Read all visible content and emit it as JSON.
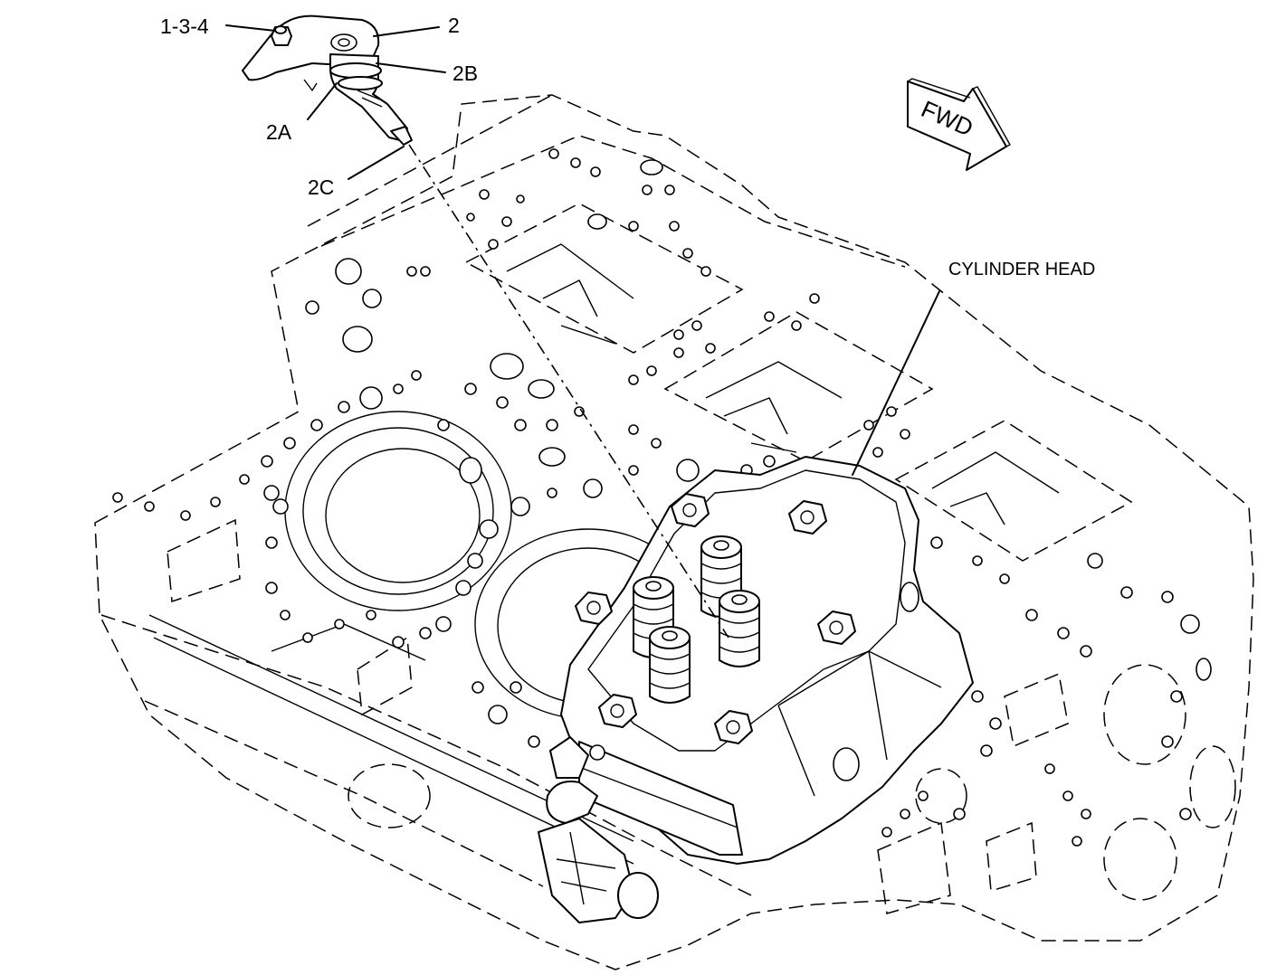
{
  "callouts": {
    "part_1_3_4": "1-3-4",
    "part_2": "2",
    "part_2a": "2A",
    "part_2b": "2B",
    "part_2c": "2C",
    "cylinder_head": "CYLINDER HEAD"
  },
  "direction_arrow": {
    "label": "FWD"
  }
}
